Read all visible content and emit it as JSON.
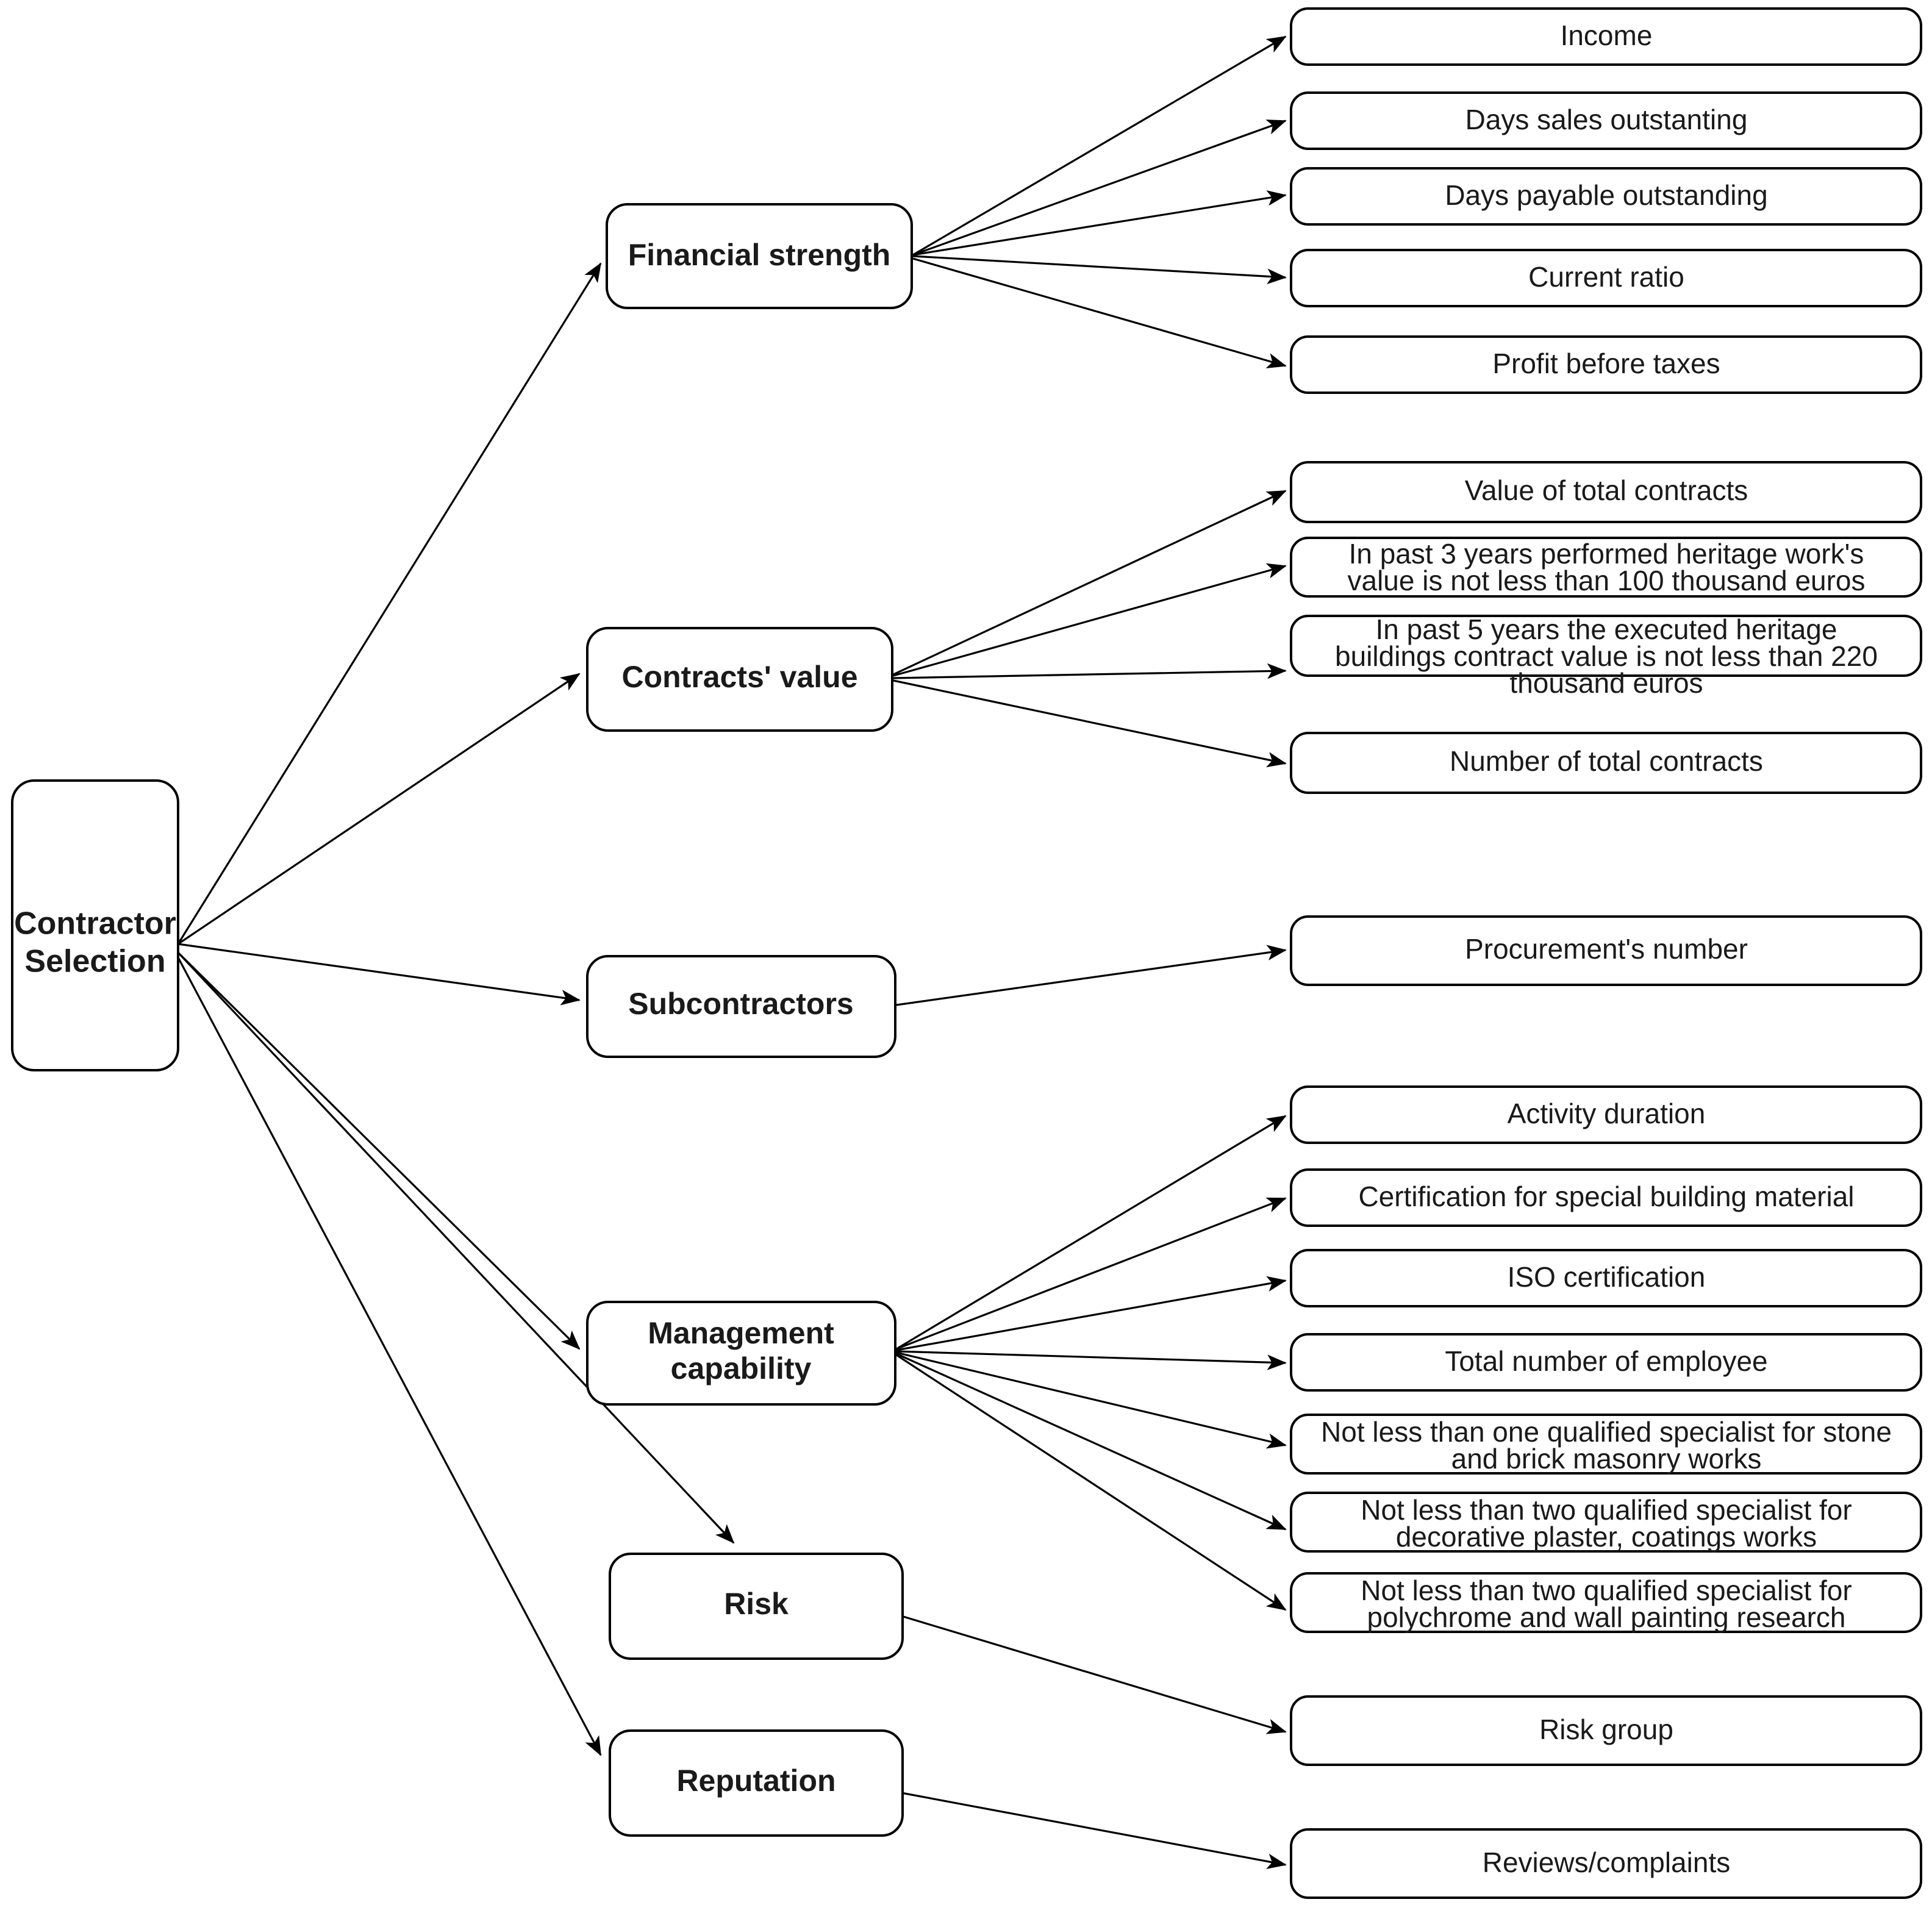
{
  "diagram": {
    "title": "Contractor Selection criteria hierarchy",
    "type": "tree",
    "orientation": "left-to-right",
    "colors": {
      "node_fill": "#ffffff",
      "node_stroke": "#000000",
      "text": "#1a1a1a",
      "background": "#ffffff"
    }
  },
  "root": {
    "id": "contractor-selection",
    "label": "Contractor\nSelection",
    "line1": "Contractor",
    "line2": "Selection"
  },
  "categories": [
    {
      "id": "financial-strength",
      "label": "Financial strength",
      "line1": "Financial strength",
      "line2": ""
    },
    {
      "id": "contracts-value",
      "label": "Contracts' value",
      "line1": "Contracts' value",
      "line2": ""
    },
    {
      "id": "subcontractors",
      "label": "Subcontractors",
      "line1": "Subcontractors",
      "line2": ""
    },
    {
      "id": "management-capability",
      "label": "Management capability",
      "line1": "Management",
      "line2": "capability"
    },
    {
      "id": "risk",
      "label": "Risk",
      "line1": "Risk",
      "line2": ""
    },
    {
      "id": "reputation",
      "label": "Reputation",
      "line1": "Reputation",
      "line2": ""
    }
  ],
  "criteria": {
    "financial_strength": [
      {
        "id": "income",
        "line1": "Income",
        "line2": "",
        "line3": ""
      },
      {
        "id": "days-sales-outstanting",
        "line1": "Days sales outstanting",
        "line2": "",
        "line3": ""
      },
      {
        "id": "days-payable-outstanding",
        "line1": "Days payable outstanding",
        "line2": "",
        "line3": ""
      },
      {
        "id": "current-ratio",
        "line1": "Current ratio",
        "line2": "",
        "line3": ""
      },
      {
        "id": "profit-before-taxes",
        "line1": "Profit before taxes",
        "line2": "",
        "line3": ""
      }
    ],
    "contracts_value": [
      {
        "id": "value-of-total-contracts",
        "line1": "Value of total contracts",
        "line2": "",
        "line3": ""
      },
      {
        "id": "heritage-work-3-years",
        "line1": "In past 3 years performed heritage work's",
        "line2": "value is not less than 100 thousand euros",
        "line3": ""
      },
      {
        "id": "heritage-buildings-5-years",
        "line1": "In past 5 years the executed heritage",
        "line2": "buildings contract value is not less than 220",
        "line3": "thousand euros"
      },
      {
        "id": "number-of-total-contracts",
        "line1": "Number of total contracts",
        "line2": "",
        "line3": ""
      }
    ],
    "subcontractors": [
      {
        "id": "procurements-number",
        "line1": "Procurement's number",
        "line2": "",
        "line3": ""
      }
    ],
    "management_capability": [
      {
        "id": "activity-duration",
        "line1": "Activity duration",
        "line2": "",
        "line3": ""
      },
      {
        "id": "certification-material",
        "line1": "Certification for special building material",
        "line2": "",
        "line3": ""
      },
      {
        "id": "iso-certification",
        "line1": "ISO certification",
        "line2": "",
        "line3": ""
      },
      {
        "id": "total-number-of-employee",
        "line1": "Total number of employee",
        "line2": "",
        "line3": ""
      },
      {
        "id": "specialist-stone-brick",
        "line1": "Not less than one qualified specialist for stone",
        "line2": "and brick masonry works",
        "line3": ""
      },
      {
        "id": "specialist-plaster",
        "line1": "Not less than two qualified specialist for",
        "line2": "decorative plaster, coatings works",
        "line3": ""
      },
      {
        "id": "specialist-polychrome",
        "line1": "Not less than two qualified specialist for",
        "line2": "polychrome and wall painting research",
        "line3": ""
      }
    ],
    "risk": [
      {
        "id": "risk-group",
        "line1": "Risk group",
        "line2": "",
        "line3": ""
      }
    ],
    "reputation": [
      {
        "id": "reviews-complaints",
        "line1": "Reviews/complaints",
        "line2": "",
        "line3": ""
      }
    ]
  }
}
